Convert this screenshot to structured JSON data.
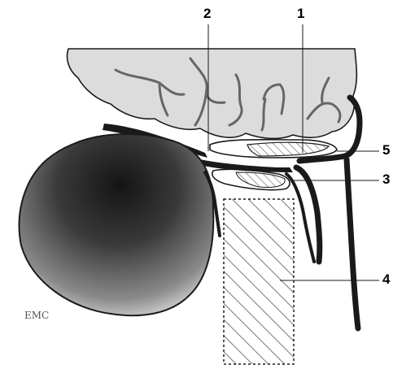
{
  "labels": {
    "l1": "1",
    "l2": "2",
    "l3": "3",
    "l4": "4",
    "l5": "5"
  },
  "watermark": "EMC",
  "colors": {
    "brain_fill": "#dcdcdc",
    "outline": "#1a1a1a",
    "hatch": "#6e6e6e",
    "globe_core": "#1c1c1c",
    "globe_edge": "#bdbdbd"
  }
}
